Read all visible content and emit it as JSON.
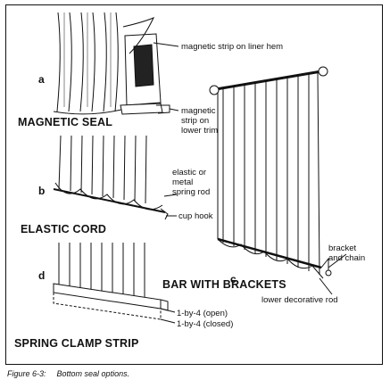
{
  "panels": {
    "a": {
      "letter": "a",
      "title": "MAGNETIC SEAL",
      "labels": [
        "magnetic strip on liner hem",
        "magnetic",
        "strip on",
        "lower trim"
      ]
    },
    "b": {
      "letter": "b",
      "title": "ELASTIC CORD",
      "labels": [
        "elastic or",
        "metal",
        "spring rod",
        "cup hook"
      ]
    },
    "c": {
      "letter": "c",
      "title": "BAR WITH BRACKETS",
      "labels": [
        "bracket",
        "and chain",
        "lower decorative rod"
      ]
    },
    "d": {
      "letter": "d",
      "title": "SPRING CLAMP STRIP",
      "labels": [
        "1-by-4 (open)",
        "1-by-4 (closed)"
      ]
    }
  },
  "caption": {
    "figure": "Figure 6-3:",
    "text": "Bottom seal options."
  },
  "colors": {
    "ink": "#111111",
    "paper": "#ffffff"
  }
}
